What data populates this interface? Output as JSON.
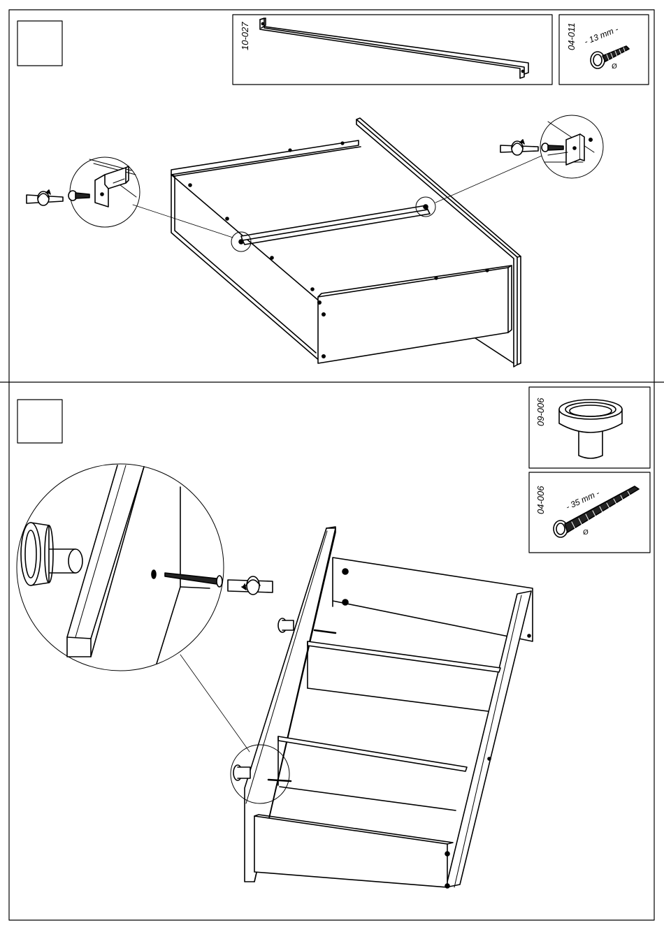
{
  "step1": {
    "step_number": "",
    "parts": [
      {
        "code": "10-027",
        "icon": "bracket-bar-icon"
      },
      {
        "code": "04-011",
        "icon": "short-screw-icon",
        "size_label": "- 13 mm -",
        "diameter_symbol": "Ø"
      }
    ]
  },
  "step2": {
    "step_number": "",
    "parts": [
      {
        "code": "09-006",
        "icon": "knob-icon"
      },
      {
        "code": "04-006",
        "icon": "long-screw-icon",
        "size_label": "- 35 mm -",
        "diameter_symbol": "Ø"
      }
    ]
  },
  "colors": {
    "line": "#000000",
    "background": "#ffffff",
    "screw_fill": "#222222"
  }
}
